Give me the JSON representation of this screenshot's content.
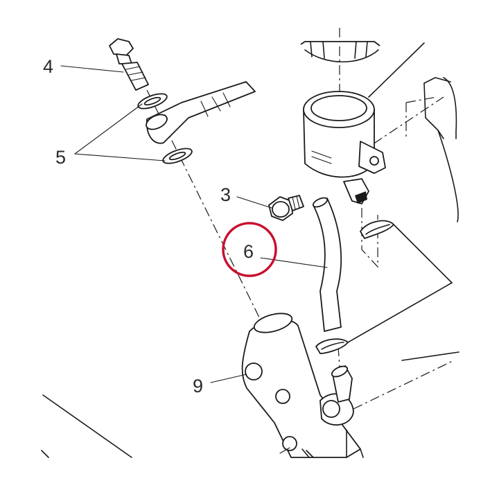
{
  "labels": {
    "part_4": "4",
    "part_5": "5",
    "part_3": "3",
    "part_6": "6",
    "part_9": "9"
  },
  "highlight": {
    "target": "part_6",
    "color": "#c8102e"
  }
}
